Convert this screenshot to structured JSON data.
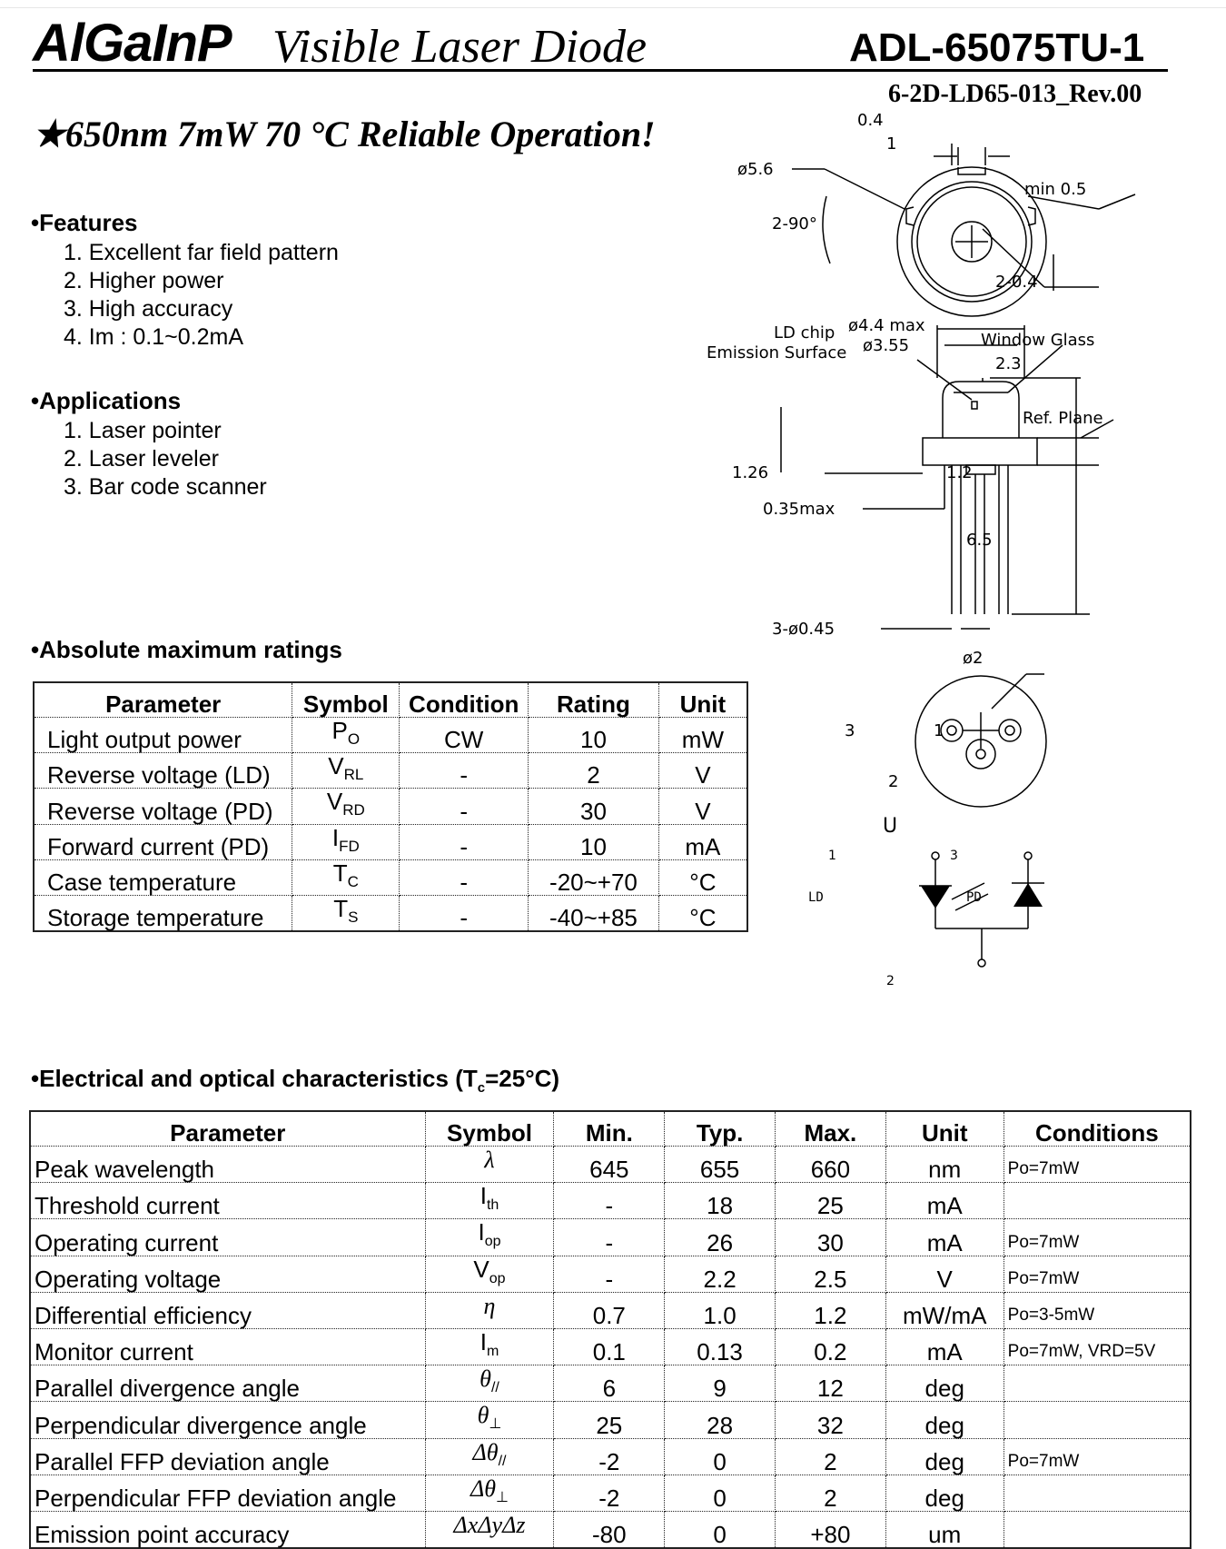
{
  "header": {
    "title_material": "AlGaInP",
    "title_type": "Visible Laser Diode",
    "part_number": "ADL-65075TU-1",
    "doc_number": "6-2D-LD65-013_Rev.00",
    "headline": "★650nm 7mW 70 °C Reliable Operation!"
  },
  "features": {
    "heading": "•Features",
    "items": [
      "1. Excellent far field pattern",
      "2. Higher power",
      "3. High accuracy",
      "4. Im : 0.1~0.2mA"
    ]
  },
  "applications": {
    "heading": "•Applications",
    "items": [
      "1. Laser pointer",
      "2. Laser leveler",
      "3. Bar code scanner"
    ]
  },
  "abs_max": {
    "heading": "•Absolute maximum ratings",
    "columns": [
      "Parameter",
      "Symbol",
      "Condition",
      "Rating",
      "Unit"
    ],
    "rows": [
      {
        "parameter": "Light output power",
        "sym": "P",
        "sub": "O",
        "condition": "CW",
        "rating": "10",
        "unit": "mW"
      },
      {
        "parameter": "Reverse voltage (LD)",
        "sym": "V",
        "sub": "RL",
        "condition": "-",
        "rating": "2",
        "unit": "V"
      },
      {
        "parameter": "Reverse voltage (PD)",
        "sym": "V",
        "sub": "RD",
        "condition": "-",
        "rating": "30",
        "unit": "V"
      },
      {
        "parameter": "Forward current (PD)",
        "sym": "I",
        "sub": "FD",
        "condition": "-",
        "rating": "10",
        "unit": "mA"
      },
      {
        "parameter": "Case temperature",
        "sym": "T",
        "sub": "C",
        "condition": "-",
        "rating": "-20~+70",
        "unit": "°C"
      },
      {
        "parameter": "Storage temperature",
        "sym": "T",
        "sub": "S",
        "condition": "-",
        "rating": "-40~+85",
        "unit": "°C"
      }
    ]
  },
  "eoc": {
    "heading_pre": "•Electrical and optical characteristics (T",
    "heading_sub": "c",
    "heading_post": "=25°C)",
    "columns": [
      "Parameter",
      "Symbol",
      "Min.",
      "Typ.",
      "Max.",
      "Unit",
      "Conditions"
    ],
    "rows": [
      {
        "parameter": "Peak wavelength",
        "sym": "λ",
        "sub": "",
        "min": "645",
        "typ": "655",
        "max": "660",
        "unit": "nm",
        "cond": "Po=7mW"
      },
      {
        "parameter": "Threshold current",
        "sym": "I",
        "sub": "th",
        "min": "-",
        "typ": "18",
        "max": "25",
        "unit": "mA",
        "cond": ""
      },
      {
        "parameter": "Operating current",
        "sym": "I",
        "sub": "op",
        "min": "-",
        "typ": "26",
        "max": "30",
        "unit": "mA",
        "cond": "Po=7mW"
      },
      {
        "parameter": "Operating voltage",
        "sym": "V",
        "sub": "op",
        "min": "-",
        "typ": "2.2",
        "max": "2.5",
        "unit": "V",
        "cond": "Po=7mW"
      },
      {
        "parameter": "Differential efficiency",
        "sym": "η",
        "sub": "",
        "min": "0.7",
        "typ": "1.0",
        "max": "1.2",
        "unit": "mW/mA",
        "cond": "Po=3-5mW"
      },
      {
        "parameter": "Monitor current",
        "sym": "I",
        "sub": "m",
        "min": "0.1",
        "typ": "0.13",
        "max": "0.2",
        "unit": "mA",
        "cond": "Po=7mW, VRD=5V"
      },
      {
        "parameter": "Parallel divergence angle",
        "sym": "θ",
        "sub": "//",
        "min": "6",
        "typ": "9",
        "max": "12",
        "unit": "deg",
        "cond": ""
      },
      {
        "parameter": "Perpendicular divergence angle",
        "sym": "θ",
        "sub": "⊥",
        "min": "25",
        "typ": "28",
        "max": "32",
        "unit": "deg",
        "cond": ""
      },
      {
        "parameter": "Parallel FFP deviation angle",
        "sym": "Δθ",
        "sub": "//",
        "min": "-2",
        "typ": "0",
        "max": "2",
        "unit": "deg",
        "cond": "Po=7mW"
      },
      {
        "parameter": "Perpendicular FFP deviation angle",
        "sym": "Δθ",
        "sub": "⊥",
        "min": "-2",
        "typ": "0",
        "max": "2",
        "unit": "deg",
        "cond": ""
      },
      {
        "parameter": "Emission point accuracy",
        "sym": "ΔxΔyΔz",
        "sub": "",
        "min": "-80",
        "typ": "0",
        "max": "+80",
        "unit": "um",
        "cond": ""
      }
    ]
  },
  "drawing": {
    "dim_04": "0.4",
    "dim_1": "1",
    "dim_d56": "ø5.6",
    "dim_min05": "min 0.5",
    "dim_2_90": "2-90°",
    "dim_2_04": "2-0.4",
    "label_ldchip": "LD chip",
    "label_emission": "Emission Surface",
    "dim_d44": "ø4.4 max",
    "dim_d355": "ø3.55",
    "label_window": "Window Glass",
    "dim_23": "2.3",
    "label_refplane": "Ref. Plane",
    "dim_126": "1.26",
    "dim_12": "1.2",
    "dim_035": "0.35max",
    "dim_65": "6.5",
    "dim_3d045": "3-ø0.45",
    "dim_d2": "ø2",
    "pin1": "1",
    "pin2": "2",
    "pin3": "3",
    "circuit_label": "U",
    "label_ld": "LD",
    "label_pd": "PD"
  }
}
